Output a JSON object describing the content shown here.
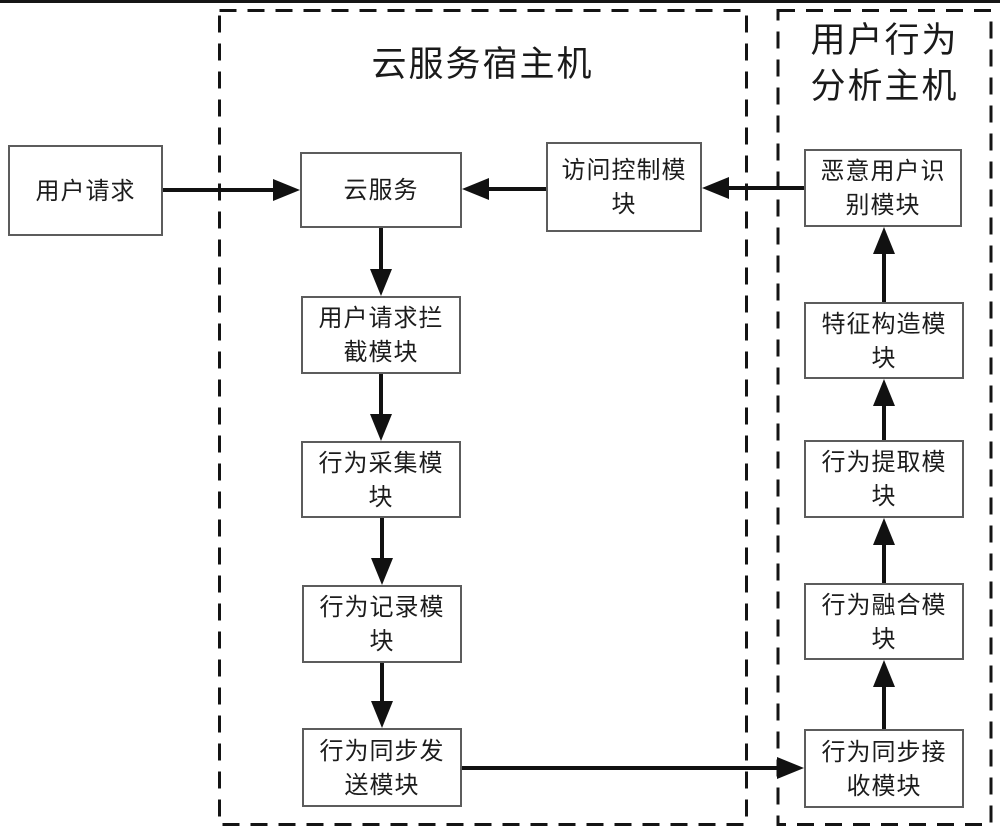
{
  "figure": {
    "type": "flowchart",
    "containers": [
      {
        "id": "cloud-host",
        "title": "云服务宿主机"
      },
      {
        "id": "analysis-host",
        "title": "用户行为\n分析主机"
      }
    ],
    "nodes": [
      {
        "id": "user-request",
        "label": "用户请求"
      },
      {
        "id": "cloud-service",
        "label": "云服务"
      },
      {
        "id": "access-control",
        "label": "访问控制模\n块"
      },
      {
        "id": "malicious-user-id",
        "label": "恶意用户识\n别模块"
      },
      {
        "id": "request-intercept",
        "label": "用户请求拦\n截模块"
      },
      {
        "id": "behavior-collect",
        "label": "行为采集模\n块"
      },
      {
        "id": "behavior-record",
        "label": "行为记录模\n块"
      },
      {
        "id": "behavior-sync-send",
        "label": "行为同步发\n送模块"
      },
      {
        "id": "feature-construct",
        "label": "特征构造模\n块"
      },
      {
        "id": "behavior-extract",
        "label": "行为提取模\n块"
      },
      {
        "id": "behavior-fuse",
        "label": "行为融合模\n块"
      },
      {
        "id": "behavior-sync-recv",
        "label": "行为同步接\n收模块"
      }
    ],
    "edges": [
      {
        "from": "user-request",
        "to": "cloud-service"
      },
      {
        "from": "access-control",
        "to": "cloud-service"
      },
      {
        "from": "malicious-user-id",
        "to": "access-control"
      },
      {
        "from": "cloud-service",
        "to": "request-intercept"
      },
      {
        "from": "request-intercept",
        "to": "behavior-collect"
      },
      {
        "from": "behavior-collect",
        "to": "behavior-record"
      },
      {
        "from": "behavior-record",
        "to": "behavior-sync-send"
      },
      {
        "from": "behavior-sync-send",
        "to": "behavior-sync-recv"
      },
      {
        "from": "behavior-sync-recv",
        "to": "behavior-fuse"
      },
      {
        "from": "behavior-fuse",
        "to": "behavior-extract"
      },
      {
        "from": "behavior-extract",
        "to": "feature-construct"
      },
      {
        "from": "feature-construct",
        "to": "malicious-user-id"
      }
    ],
    "colors": {
      "line": "#111111",
      "box_border": "#5c5c5c",
      "text": "#1c1c1c",
      "background": "#ffffff"
    }
  }
}
